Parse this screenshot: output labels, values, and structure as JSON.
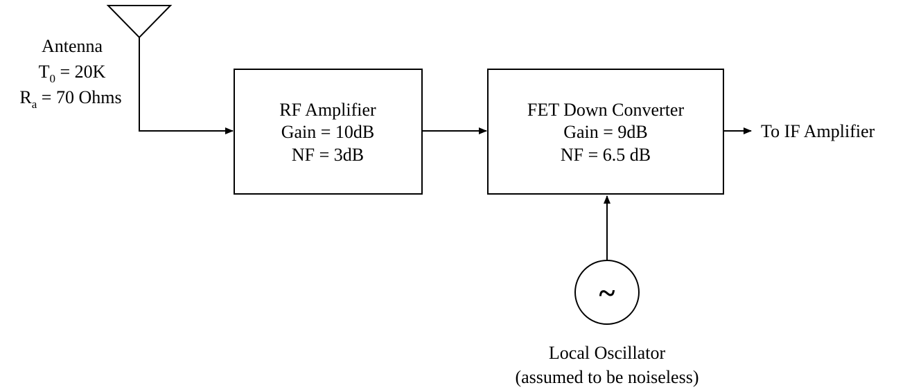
{
  "antenna": {
    "title": "Antenna",
    "temp_symbol": "T",
    "temp_subscript": "0",
    "temp_value": " = 20K",
    "res_symbol": "R",
    "res_subscript": "a",
    "res_value": " = 70 Ohms"
  },
  "rf_amplifier": {
    "name": "RF Amplifier",
    "gain": "Gain = 10dB",
    "nf": "NF = 3dB"
  },
  "down_converter": {
    "name": "FET Down Converter",
    "gain": "Gain = 9dB",
    "nf": "NF = 6.5 dB"
  },
  "output": {
    "label": "To IF Amplifier"
  },
  "local_oscillator": {
    "symbol": "~",
    "name": "Local Oscillator",
    "note": "(assumed to be noiseless)"
  }
}
